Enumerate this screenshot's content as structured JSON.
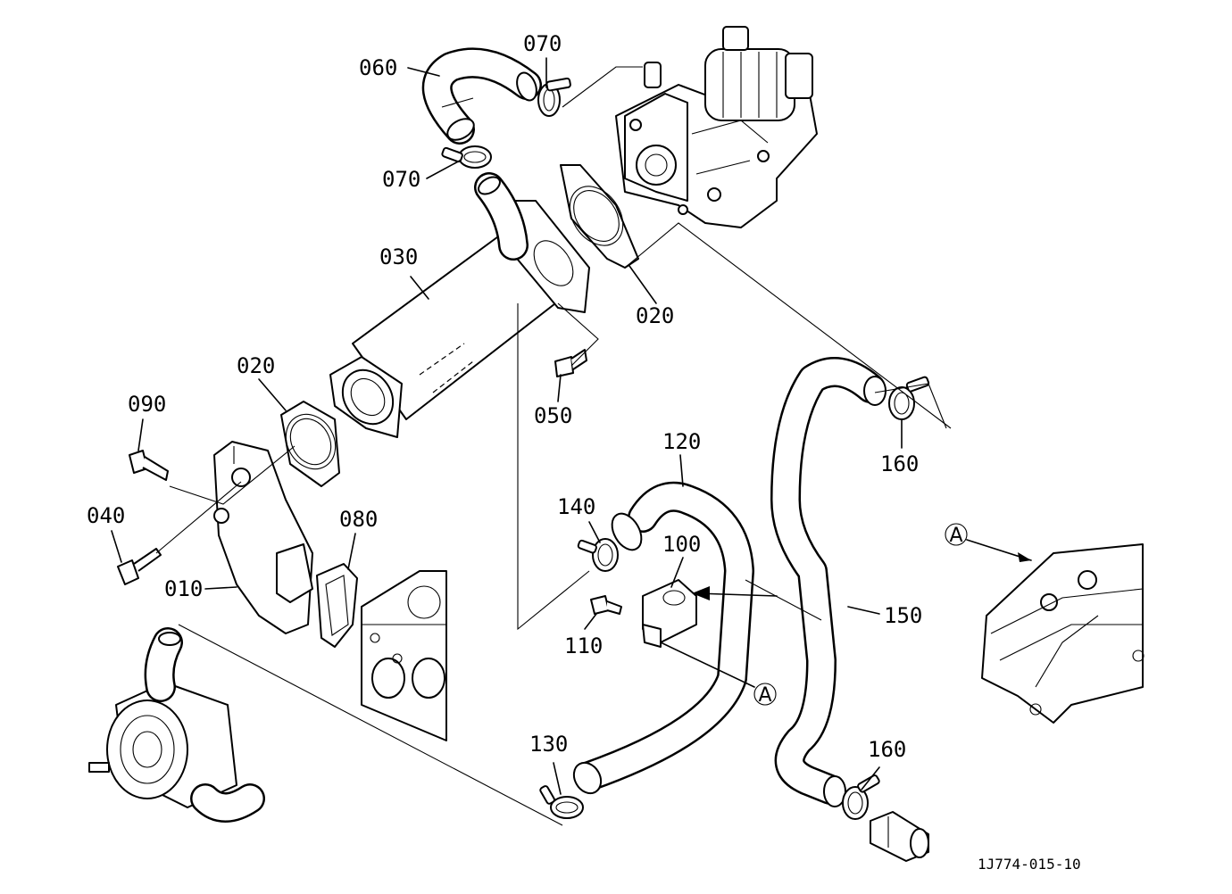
{
  "labels": {
    "p060": "060",
    "p070a": "070",
    "p070b": "070",
    "p030": "030",
    "p020a": "020",
    "p020b": "020",
    "p050": "050",
    "p090": "090",
    "p040": "040",
    "p010": "010",
    "p080": "080",
    "p120": "120",
    "p140": "140",
    "p100": "100",
    "p110": "110",
    "p130": "130",
    "p150": "150",
    "p160a": "160",
    "p160b": "160"
  },
  "refs": {
    "a1": "A",
    "a2": "A"
  },
  "drawing_code": "1J774-015-10"
}
